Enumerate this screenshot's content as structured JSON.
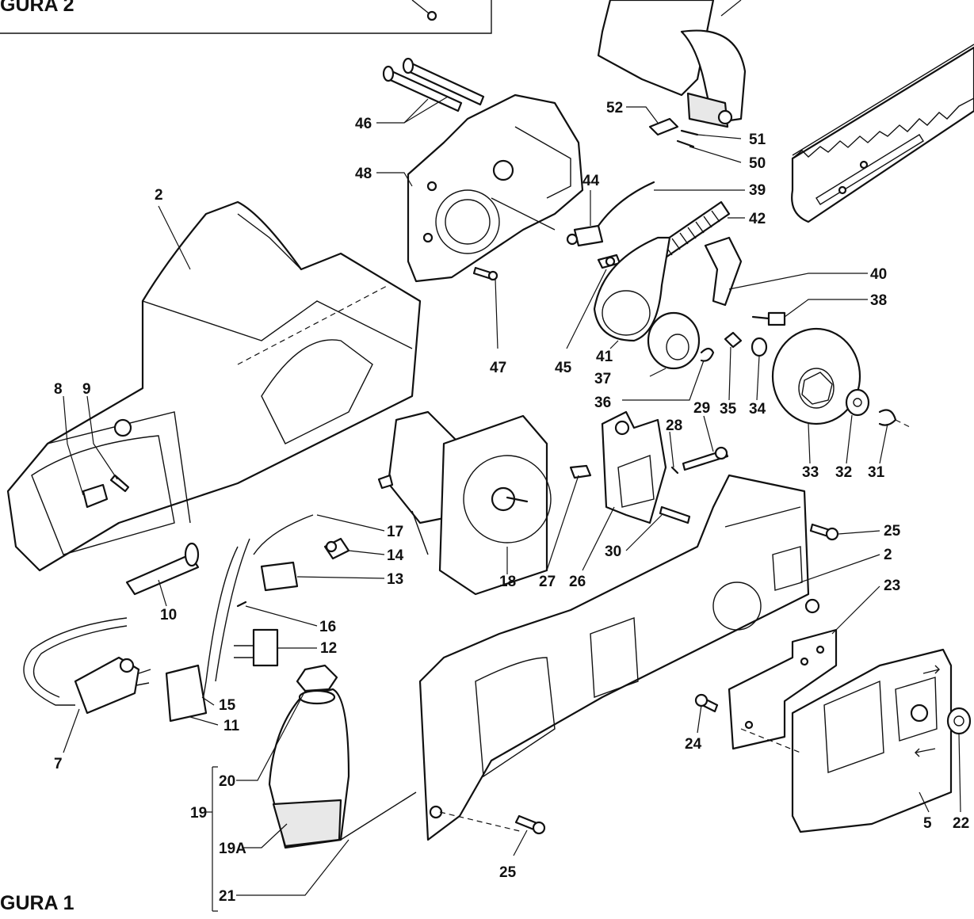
{
  "figures": {
    "figure_2_title": "GURA 2",
    "figure_1_title": "GURA 1"
  },
  "callouts": {
    "c2_housing": "2",
    "c2_cover": "2",
    "c5": "5",
    "c7": "7",
    "c8": "8",
    "c9": "9",
    "c10": "10",
    "c11": "11",
    "c12": "12",
    "c13": "13",
    "c14": "14",
    "c15": "15",
    "c16": "16",
    "c17": "17",
    "c18": "18",
    "c19": "19",
    "c19a": "19A",
    "c20": "20",
    "c21": "21",
    "c22": "22",
    "c23": "23",
    "c24": "24",
    "c25_top": "25",
    "c25_bottom": "25",
    "c26": "26",
    "c27": "27",
    "c28": "28",
    "c29": "29",
    "c30": "30",
    "c31": "31",
    "c32": "32",
    "c33": "33",
    "c34": "34",
    "c35": "35",
    "c36": "36",
    "c37": "37",
    "c38": "38",
    "c39": "39",
    "c40": "40",
    "c41": "41",
    "c42": "42",
    "c44": "44",
    "c45": "45",
    "c46": "46",
    "c47": "47",
    "c48": "48",
    "c50": "50",
    "c51": "51",
    "c52": "52"
  }
}
